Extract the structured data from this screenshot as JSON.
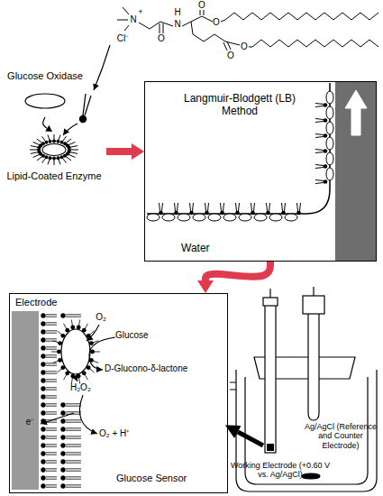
{
  "diagram": {
    "nodes": [
      {
        "text": [
          "Glucose Oxidase"
        ]
      },
      {
        "text": [
          "Lipid-Coated Enzyme"
        ]
      },
      {
        "text": [
          "Langmuir-Blodgett (LB) Method",
          "Water"
        ]
      },
      {
        "text": [
          "Electrode",
          "Glucose Sensor"
        ]
      }
    ],
    "edges": [
      {
        "from": 0,
        "to": 1,
        "arrow": "to"
      },
      {
        "from": 1,
        "to": 2,
        "arrow": "to"
      },
      {
        "from": 2,
        "to": 3,
        "arrow": "to"
      }
    ],
    "labels": [
      "N",
      "+",
      "Cl⁻",
      "O",
      "H",
      "N",
      "O",
      "O",
      "O",
      "O",
      "O₂",
      "Glucose",
      "D-Glucono-δ-lactone",
      "H₂O₂",
      "e⁻",
      "O₂ + H⁺",
      "Working Electrode (+0.60 V vs. Ag/AgCl)",
      "Ag/AgCl (Reference and Counter Electrode)"
    ]
  }
}
